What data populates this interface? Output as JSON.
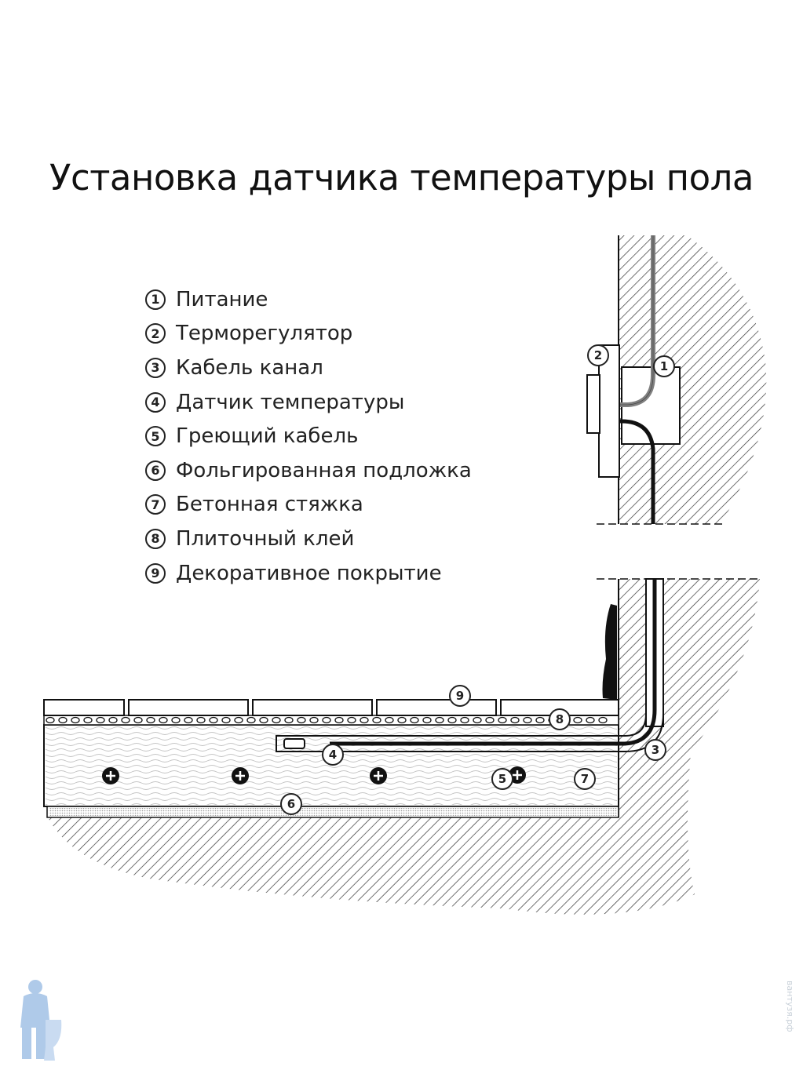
{
  "title": "Установка датчика температуры пола",
  "legend": [
    {
      "num": "1",
      "label": "Питание"
    },
    {
      "num": "2",
      "label": "Терморегулятор"
    },
    {
      "num": "3",
      "label": "Кабель канал"
    },
    {
      "num": "4",
      "label": "Датчик температуры"
    },
    {
      "num": "5",
      "label": "Греющий кабель"
    },
    {
      "num": "6",
      "label": "Фольгированная подложка"
    },
    {
      "num": "7",
      "label": "Бетонная стяжка"
    },
    {
      "num": "8",
      "label": "Плиточный клей"
    },
    {
      "num": "9",
      "label": "Декоративное покрытие"
    }
  ],
  "callouts": {
    "c1": "1",
    "c2": "2",
    "c3": "3",
    "c4": "4",
    "c5": "5",
    "c6": "6",
    "c7": "7",
    "c8": "8",
    "c9": "9"
  },
  "watermark": "вантузя.рф",
  "colors": {
    "line": "#111111",
    "power_cable": "#808080",
    "logo": "#6f9fd8"
  }
}
